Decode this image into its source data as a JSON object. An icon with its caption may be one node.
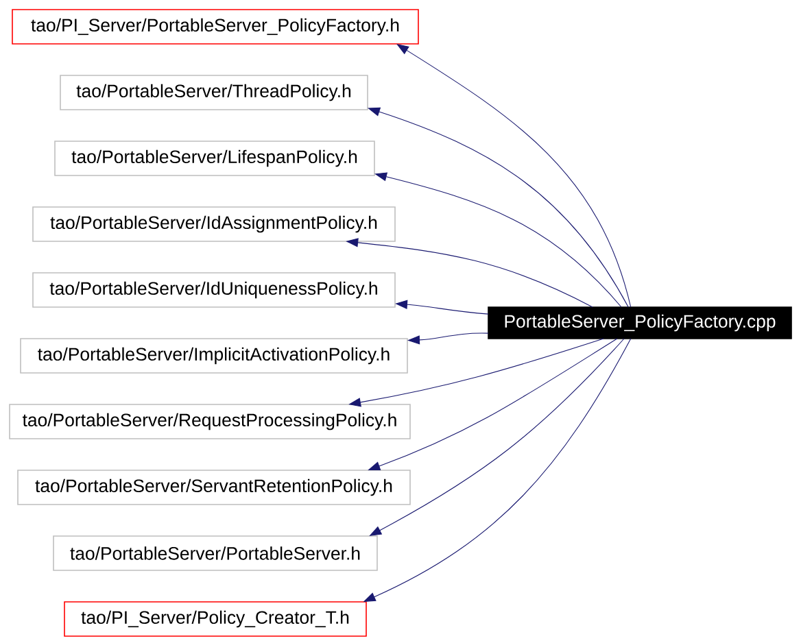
{
  "diagram": {
    "nodes": [
      {
        "text": [
          "tao/PI_Server/PortableServer_PolicyFactory.h"
        ]
      },
      {
        "text": [
          "tao/PortableServer/ThreadPolicy.h"
        ]
      },
      {
        "text": [
          "tao/PortableServer/LifespanPolicy.h"
        ]
      },
      {
        "text": [
          "tao/PortableServer/IdAssignmentPolicy.h"
        ]
      },
      {
        "text": [
          "tao/PortableServer/IdUniquenessPolicy.h"
        ]
      },
      {
        "text": [
          "tao/PortableServer/ImplicitActivationPolicy.h"
        ]
      },
      {
        "text": [
          "tao/PortableServer/RequestProcessingPolicy.h"
        ]
      },
      {
        "text": [
          "tao/PortableServer/ServantRetentionPolicy.h"
        ]
      },
      {
        "text": [
          "tao/PortableServer/PortableServer.h"
        ]
      },
      {
        "text": [
          "tao/PI_Server/Policy_Creator_T.h"
        ]
      },
      {
        "text": [
          "PortableServer_PolicyFactory.cpp"
        ]
      }
    ],
    "edges": [
      {
        "from": 10,
        "to": 0,
        "arrow": "to"
      },
      {
        "from": 10,
        "to": 1,
        "arrow": "to"
      },
      {
        "from": 10,
        "to": 2,
        "arrow": "to"
      },
      {
        "from": 10,
        "to": 3,
        "arrow": "to"
      },
      {
        "from": 10,
        "to": 4,
        "arrow": "to"
      },
      {
        "from": 10,
        "to": 5,
        "arrow": "to"
      },
      {
        "from": 10,
        "to": 6,
        "arrow": "to"
      },
      {
        "from": 10,
        "to": 7,
        "arrow": "to"
      },
      {
        "from": 10,
        "to": 8,
        "arrow": "to"
      },
      {
        "from": 10,
        "to": 9,
        "arrow": "to"
      }
    ]
  }
}
